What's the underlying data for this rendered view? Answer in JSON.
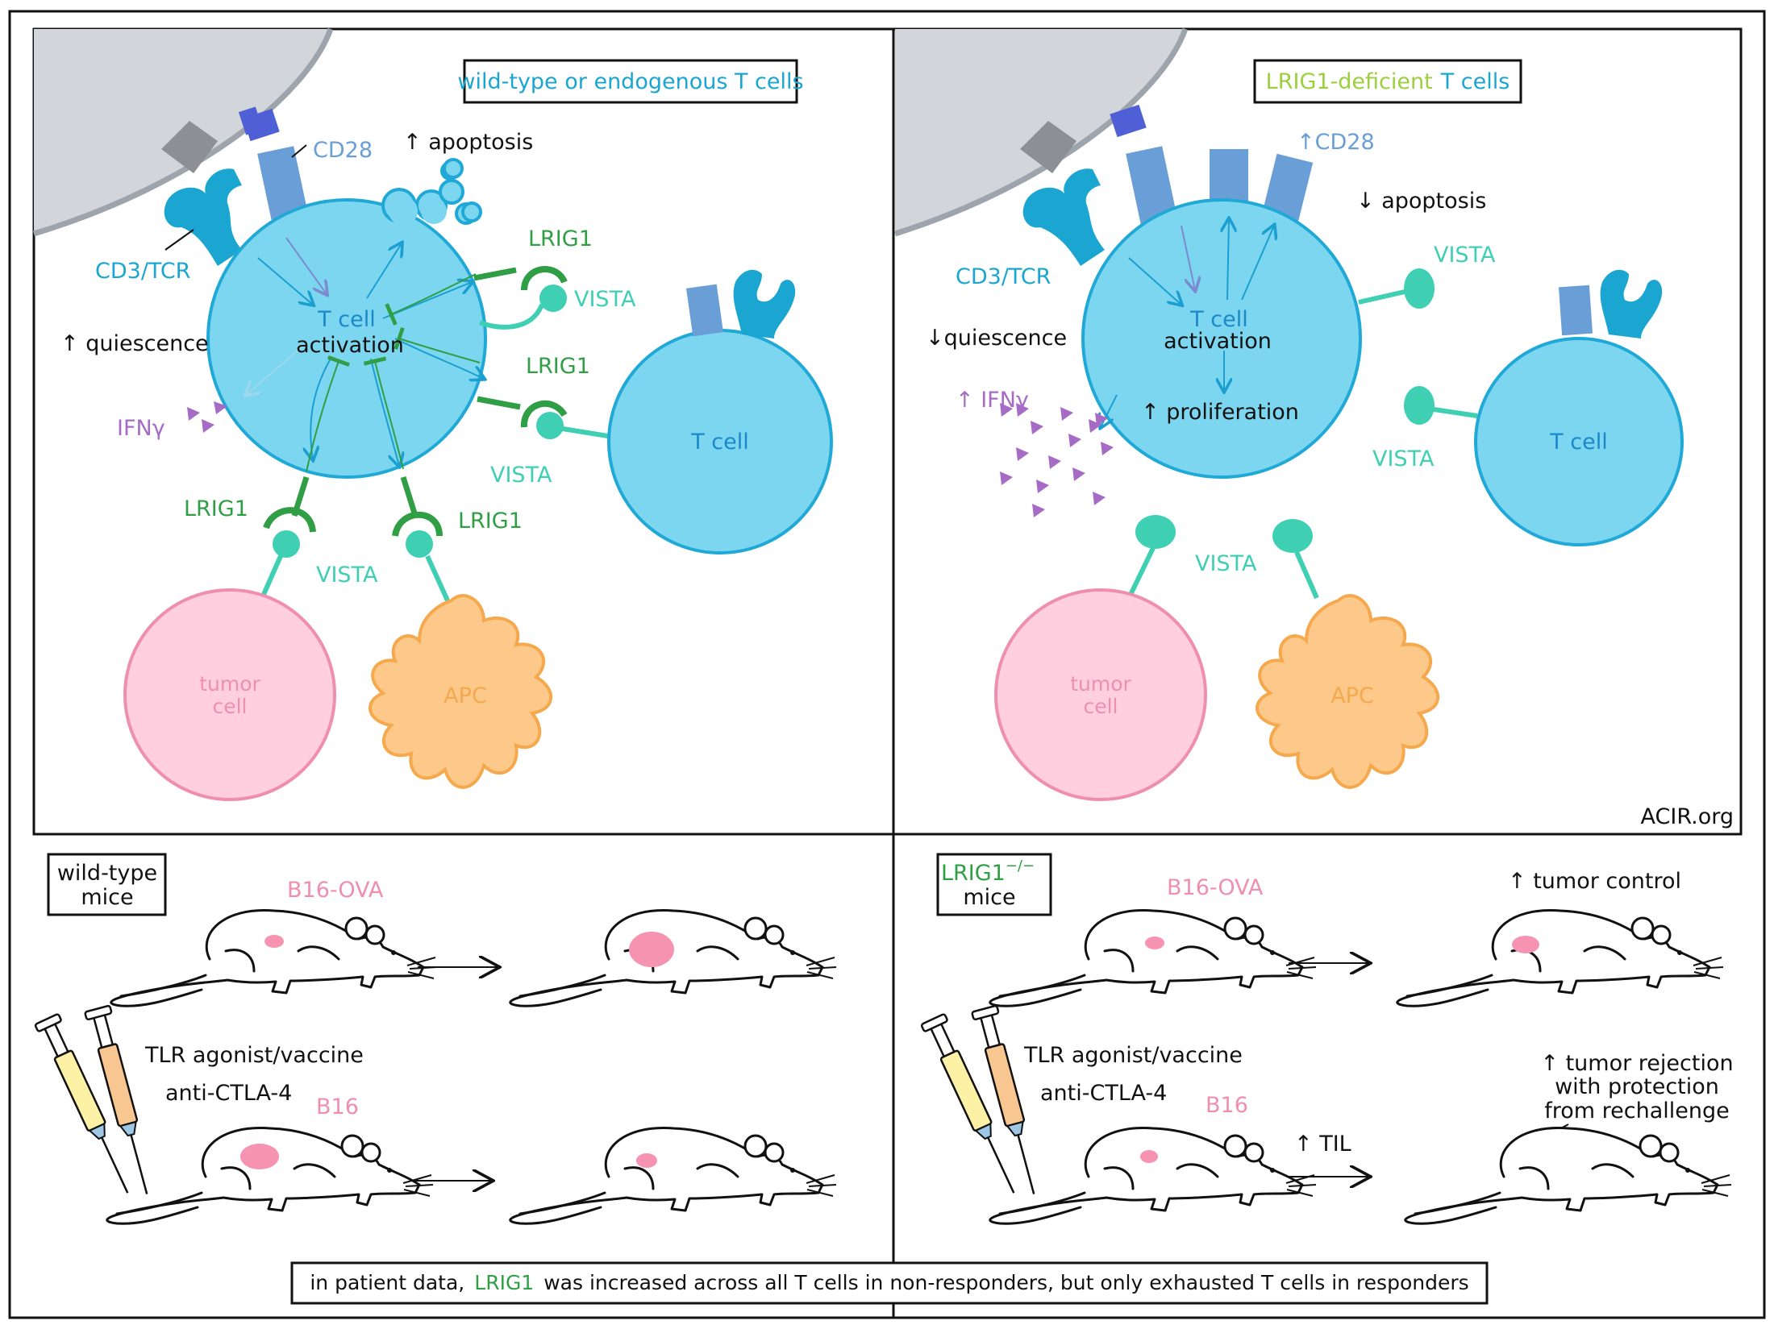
{
  "colors": {
    "tcell": "#7dd6f0",
    "tcell_stroke": "#20a9d6",
    "lrig1": "#2f9e44",
    "vista": "#3fcfb3",
    "ifn": "#a66bc5",
    "tumor": "#ffcfe0",
    "tumor_stroke": "#ef8fb0",
    "apc": "#fcc98a",
    "apc_stroke": "#f6a84d",
    "cd28": "#6a9ed6",
    "cd28_top": "#4f5fd6",
    "cd3": "#1aa6d1",
    "mhc": "#d2d6da",
    "syringe_yellow": "#fdf1a6",
    "syringe_orange": "#f8c690"
  },
  "top_left": {
    "title": "wild-type  or  endogenous  T cells",
    "cd28": "CD28",
    "apoptosis": "↑ apoptosis",
    "cd3tcr": "CD3/TCR",
    "quiescence": "↑ quiescence",
    "ifn": "IFNγ",
    "tcell_main": "T cell",
    "activation": "activation",
    "lrig1_a": "LRIG1",
    "lrig1_b": "LRIG1",
    "lrig1_c": "LRIG1",
    "lrig1_d": "LRIG1",
    "vista_a": "VISTA",
    "vista_b": "VISTA",
    "vista_c": "VISTA",
    "tcell_right": "T cell",
    "tumor_1": "tumor",
    "tumor_2": "cell",
    "apc": "APC"
  },
  "top_right": {
    "title_lrig": "LRIG1-deficient",
    "title_t": "T cells",
    "cd28": "↑CD28",
    "apoptosis": "↓ apoptosis",
    "cd3tcr": "CD3/TCR",
    "quiescence": "↓quiescence",
    "ifn": "↑ IFNγ",
    "tcell_main": "T cell",
    "activation": "activation",
    "proliferation": "↑ proliferation",
    "vista_a": "VISTA",
    "vista_b": "VISTA",
    "vista_c": "VISTA",
    "tcell_right": "T cell",
    "tumor_1": "tumor",
    "tumor_2": "cell",
    "apc": "APC",
    "credit": "ACIR.org"
  },
  "bottom_left": {
    "box_1": "wild-type",
    "box_2": "mice",
    "b16ova": "B16-OVA",
    "tlr": "TLR agonist/vaccine",
    "ctla4": "anti-CTLA-4",
    "b16": "B16"
  },
  "bottom_right": {
    "box_1": "LRIG1",
    "box_sup": "−/−",
    "box_2": "mice",
    "b16ova": "B16-OVA",
    "tumor_control": "↑ tumor control",
    "tlr": "TLR agonist/vaccine",
    "ctla4": "anti-CTLA-4",
    "b16": "B16",
    "til": "↑ TIL",
    "rejection_1": "↑ tumor rejection",
    "rejection_2": "with protection",
    "rejection_3": "from rechallenge"
  },
  "footer": {
    "part1": "in patient data,",
    "lrig1": "LRIG1",
    "part2": "was increased across all T cells in non-responders, but only exhausted T cells in responders"
  }
}
